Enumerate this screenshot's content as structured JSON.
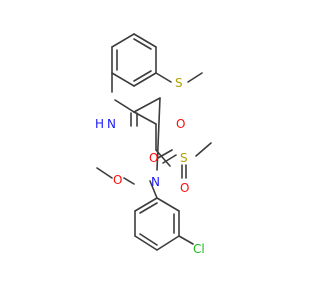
{
  "molecule": {
    "atoms": {
      "S1": "S",
      "NH": "N",
      "H": "H",
      "O1": "O",
      "S2": "S",
      "O2": "O",
      "O3": "O",
      "N2": "N",
      "O4": "O",
      "Cl": "Cl"
    },
    "colors": {
      "bond": "#3c3c3c",
      "carbon": "#3c3c3c",
      "nitrogen": "#1a1aff",
      "oxygen": "#ff0d0d",
      "sulfur": "#b2a000",
      "chlorine": "#1fb81f"
    }
  }
}
